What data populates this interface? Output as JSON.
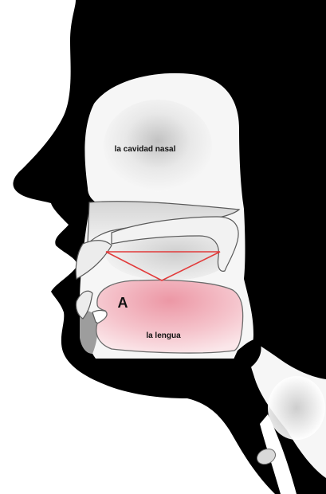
{
  "labels": {
    "nasal_cavity": "la cavidad nasal",
    "tongue": "la lengua",
    "vowel": "A"
  },
  "colors": {
    "silhouette": "#000000",
    "cavity": "#f6f6f6",
    "tongue_fill": "#f2b6bf",
    "triangle_stroke": "#e23b3b",
    "outline": "#555555"
  }
}
